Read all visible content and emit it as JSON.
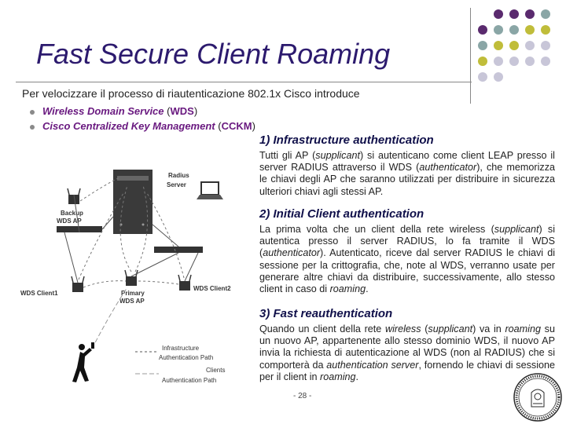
{
  "slide": {
    "title": "Fast Secure Client Roaming",
    "intro": "Per velocizzare il processo di riautenticazione 802.1x Cisco introduce",
    "bullets": [
      {
        "name": "Wireless Domain Service",
        "abbr": "WDS"
      },
      {
        "name": "Cisco Centralized Key Management",
        "abbr": "CCKM"
      }
    ],
    "footer": "- 28 -"
  },
  "sections": [
    {
      "heading": "1) Infrastructure authentication",
      "parts": [
        "Tutti gli AP (",
        "supplicant",
        ") si autenticano come client LEAP presso il server RADIUS attraverso il WDS (",
        "authenticator",
        "), che memorizza le chiavi degli AP che saranno utilizzati per distribuire in sicurezza ulteriori chiavi agli stessi AP."
      ]
    },
    {
      "heading": "2) Initial Client authentication",
      "parts": [
        "La prima volta che un client della rete wireless (",
        "supplicant",
        ") si autentica presso il server RADIUS, lo fa tramite il WDS (",
        "authenticator",
        "). Autenticato, riceve dal server RADIUS le chiavi di sessione per la crittografia, che, note al WDS, verranno usate per generare altre chiavi da distribuire, successivamente, allo stesso client in caso di ",
        "roaming",
        "."
      ]
    },
    {
      "heading": "3) Fast reauthentication",
      "parts": [
        "Quando un client della rete ",
        "wireless",
        " (",
        "supplicant",
        ") va in ",
        "roaming",
        " su un nuovo AP, appartenente allo stesso dominio WDS, il nuovo AP invia la richiesta di autenticazione al WDS (non al RADIUS) che si comporterà da ",
        "authentication server",
        ", fornendo le chiavi di sessione per il client in ",
        "roaming",
        "."
      ]
    }
  ],
  "diagram": {
    "radius_server": [
      "Radius",
      "Server"
    ],
    "backup_ap": [
      "Backup",
      "WDS AP"
    ],
    "primary_ap": [
      "Primary",
      "WDS AP"
    ],
    "client1": "WDS Client1",
    "client2": "WDS Client2",
    "legend": [
      "Infrastructure",
      "Authentication Path",
      "Clients",
      "Authentication Path"
    ]
  },
  "colors": {
    "title": "#2c1a6e",
    "accent_bullet": "#6a1a80",
    "dot_purple": "#5a2a6e",
    "dot_teal": "#8aa6a6",
    "dot_olive": "#c0bd3a",
    "dot_lavender": "#c8c6d8"
  }
}
